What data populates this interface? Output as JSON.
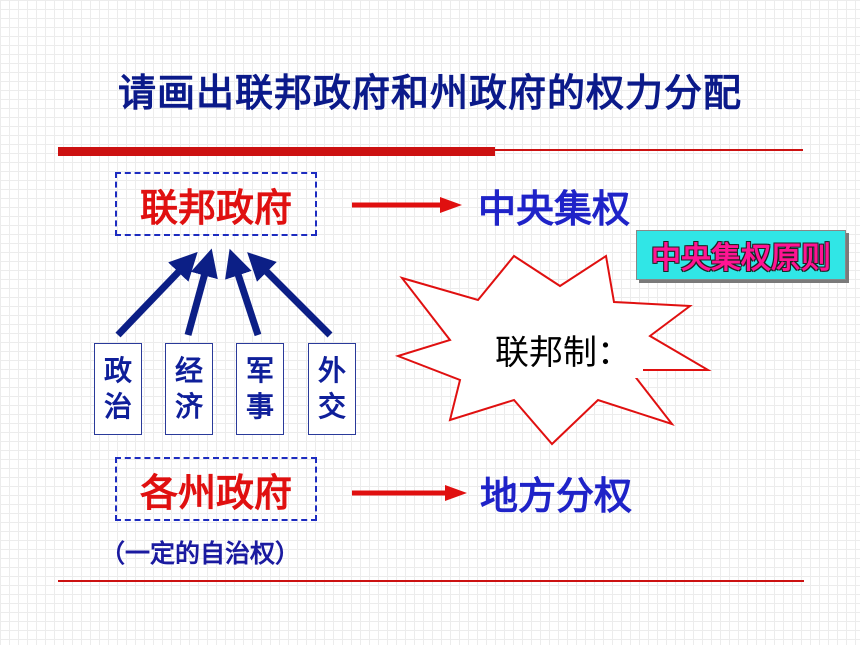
{
  "title": "请画出联邦政府和州政府的权力分配",
  "federal_government": "联邦政府",
  "state_governments": "各州政府",
  "centralization": "中央集权",
  "decentralization": "地方分权",
  "centralization_principle": "中央集权原则",
  "autonomy_note": "（一定的自治权）",
  "federalism_label": "联邦制：",
  "areas": [
    {
      "top": "政",
      "bottom": "治"
    },
    {
      "top": "经",
      "bottom": "济"
    },
    {
      "top": "军",
      "bottom": "事"
    },
    {
      "top": "外",
      "bottom": "交"
    }
  ],
  "colors": {
    "title": "#0b1a8a",
    "federal_red": "#e01010",
    "blue_text": "#1f23c8",
    "arrow_blue": "#0c1f86",
    "arrow_red": "#e01010",
    "starburst_red": "#e01010",
    "principle_bg": "#30e6e6",
    "principle_text": "#ff1493",
    "rule_red": "#cc1111"
  }
}
